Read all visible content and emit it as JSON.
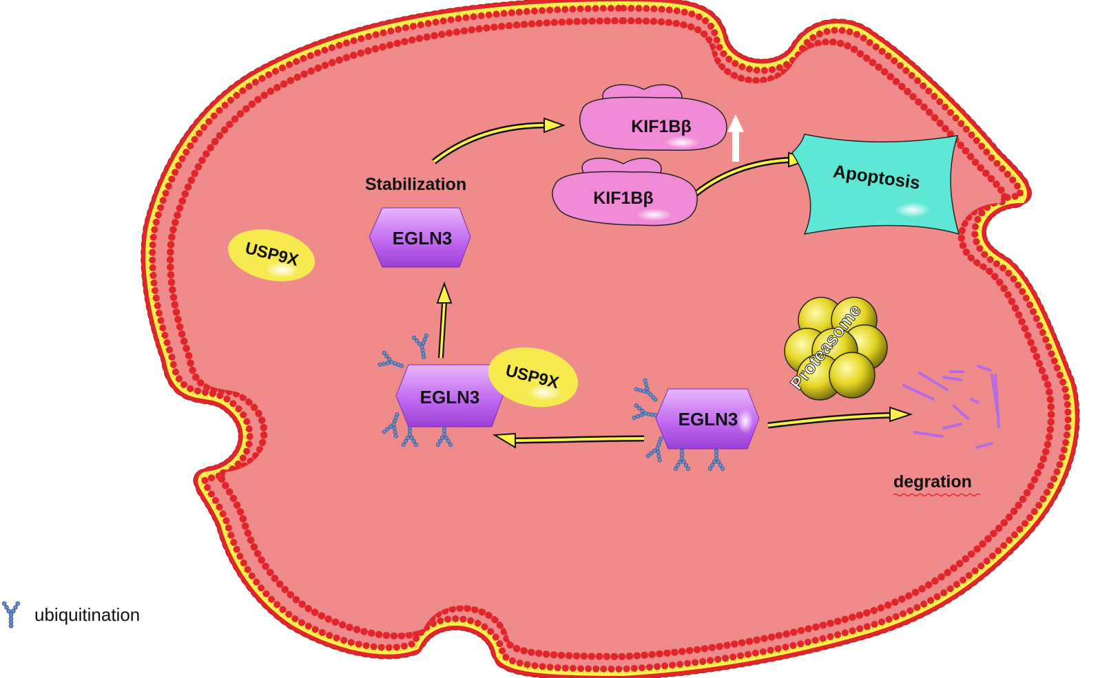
{
  "labels": {
    "stabilization": "Stabilization",
    "egln3": "EGLN3",
    "usp9x": "USP9X",
    "kif1bb": "KIF1Bβ",
    "apoptosis": "Apoptosis",
    "proteasome": "Proteasome",
    "degradation": "degration"
  },
  "legend": {
    "ubiquitination": "ubiquitination"
  },
  "colors": {
    "cytoplasm": "#ef8c8b",
    "membrane_head": "#e0262a",
    "membrane_tail": "#fff34d",
    "egln3": "#c26bf1",
    "usp9x": "#f6ea4f",
    "kif1bb": "#f08ad6",
    "apoptosis": "#5ee7d5",
    "proteasome": "#d9cb1b",
    "ubiquitin": "#6f90c8",
    "arrow_fill": "#fff14a",
    "fragments": "#b66be6"
  }
}
